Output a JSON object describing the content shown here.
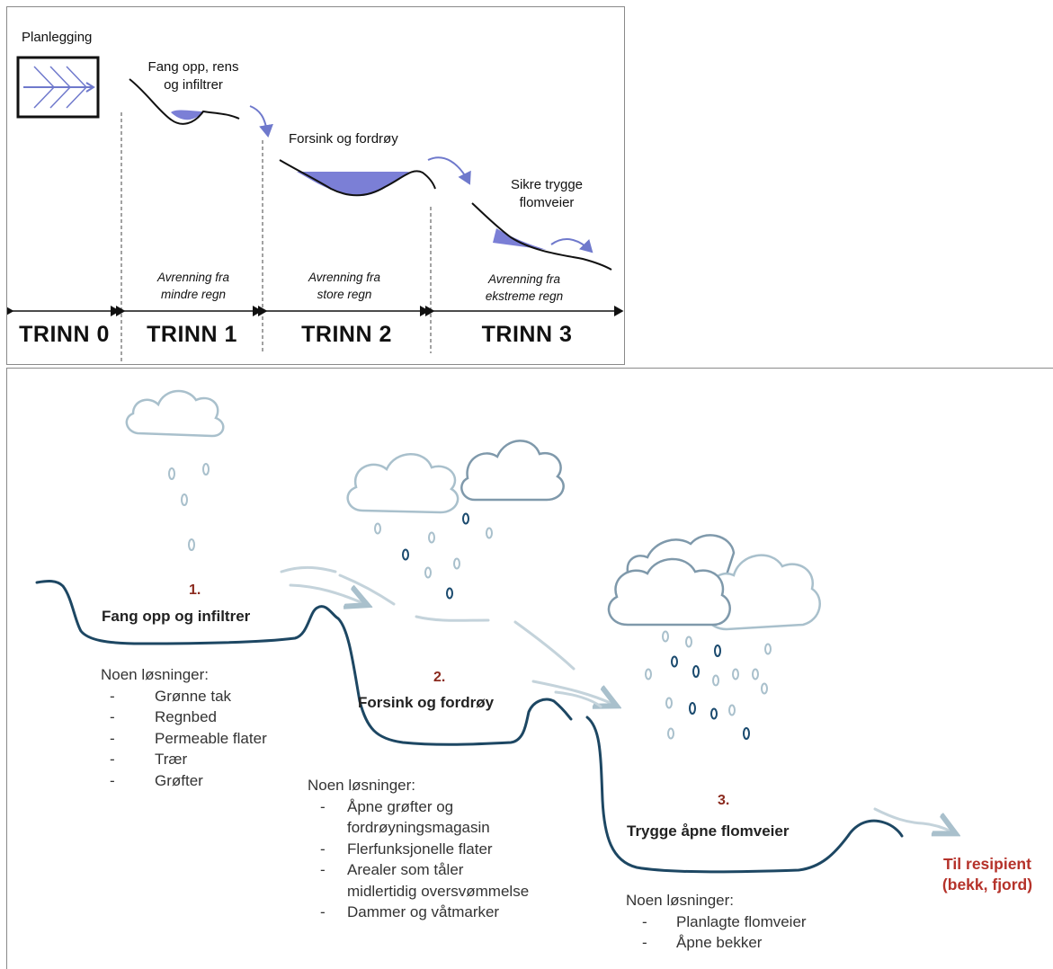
{
  "top": {
    "planning_label": "Planlegging",
    "step1_caption": [
      "Fang opp, rens",
      "og infiltrer"
    ],
    "step2_caption": "Forsink og fordrøy",
    "step3_caption": [
      "Sikre trygge",
      "flomveier"
    ],
    "runoff_labels": [
      [
        "Avrenning fra",
        "mindre regn"
      ],
      [
        "Avrenning fra",
        "store regn"
      ],
      [
        "Avrenning fra",
        "ekstreme regn"
      ]
    ],
    "stages": [
      "TRINN 0",
      "TRINN 1",
      "TRINN 2",
      "TRINN 3"
    ]
  },
  "bottom": {
    "step1": {
      "number": "1.",
      "title": "Fang opp og infiltrer",
      "solutions_heading": "Noen løsninger:",
      "solutions": [
        "Grønne tak",
        "Regnbed",
        "Permeable flater",
        "Trær",
        "Grøfter"
      ]
    },
    "step2": {
      "number": "2.",
      "title": "Forsink og fordrøy",
      "solutions_heading": "Noen løsninger:",
      "solutions": [
        [
          "Åpne grøfter og",
          "fordrøyningsmagasin"
        ],
        [
          "Flerfunksjonelle flater"
        ],
        [
          "Arealer som tåler",
          "midlertidig oversvømmelse"
        ],
        [
          "Dammer og våtmarker"
        ]
      ]
    },
    "step3": {
      "number": "3.",
      "title": "Trygge åpne flomveier",
      "solutions_heading": "Noen løsninger:",
      "solutions": [
        "Planlagte flomveier",
        "Åpne bekker"
      ]
    },
    "recipient": [
      "Til resipient",
      "(bekk, fjord)"
    ],
    "dash": "-"
  },
  "colors": {
    "water_fill": "#7b7fd6",
    "arrow": "#6f79cc",
    "terrain": "#1d4763",
    "cloud_light": "#a9c0cc",
    "drop_dark": "#1a4a6e",
    "number_red": "#8b2a1e",
    "recipient_red": "#b5322a"
  }
}
